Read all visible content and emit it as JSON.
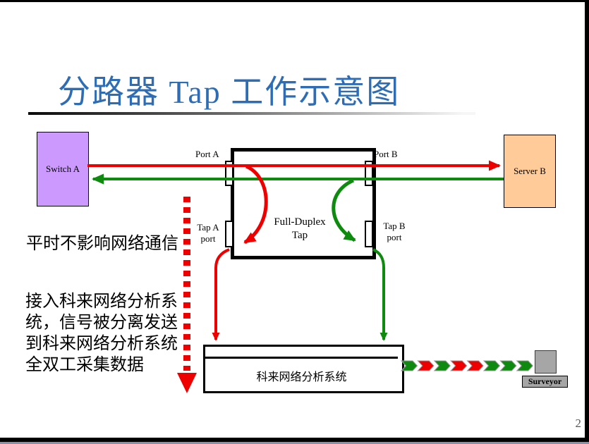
{
  "slide": {
    "title": "分路器 Tap 工作示意图",
    "page_number": "2"
  },
  "colors": {
    "title_blue": "#2E6DB4",
    "switch_fill": "#CC99FF",
    "server_fill": "#FFCC99",
    "red": "#EE0000",
    "green": "#0E8A0E",
    "surveyor_gray": "#A6A6A6",
    "footer_strip": "#8A92A4"
  },
  "nodes": {
    "switch_a": "Switch A",
    "server_b": "Server B",
    "tap_line1": "Full-Duplex",
    "tap_line2": "Tap",
    "analyzer": "科来网络分析系统",
    "surveyor": "Surveyor"
  },
  "ports": {
    "port_a": "Port A",
    "port_b": "Port B",
    "tap_a_line1": "Tap A",
    "tap_a_line2": "port",
    "tap_b_line1": "Tap B",
    "tap_b_line2": "port"
  },
  "annotations": {
    "note1": "平时不影响网络通信",
    "paragraph": [
      "接入科来网络分析系",
      "统，信号被分离发送",
      "到科来网络分析系统"
    ],
    "note2": "全双工采集数据"
  },
  "packet_stream": {
    "direction": "left-to-right",
    "sequence": [
      "green",
      "red",
      "green",
      "red",
      "red",
      "green",
      "green",
      "green"
    ]
  }
}
